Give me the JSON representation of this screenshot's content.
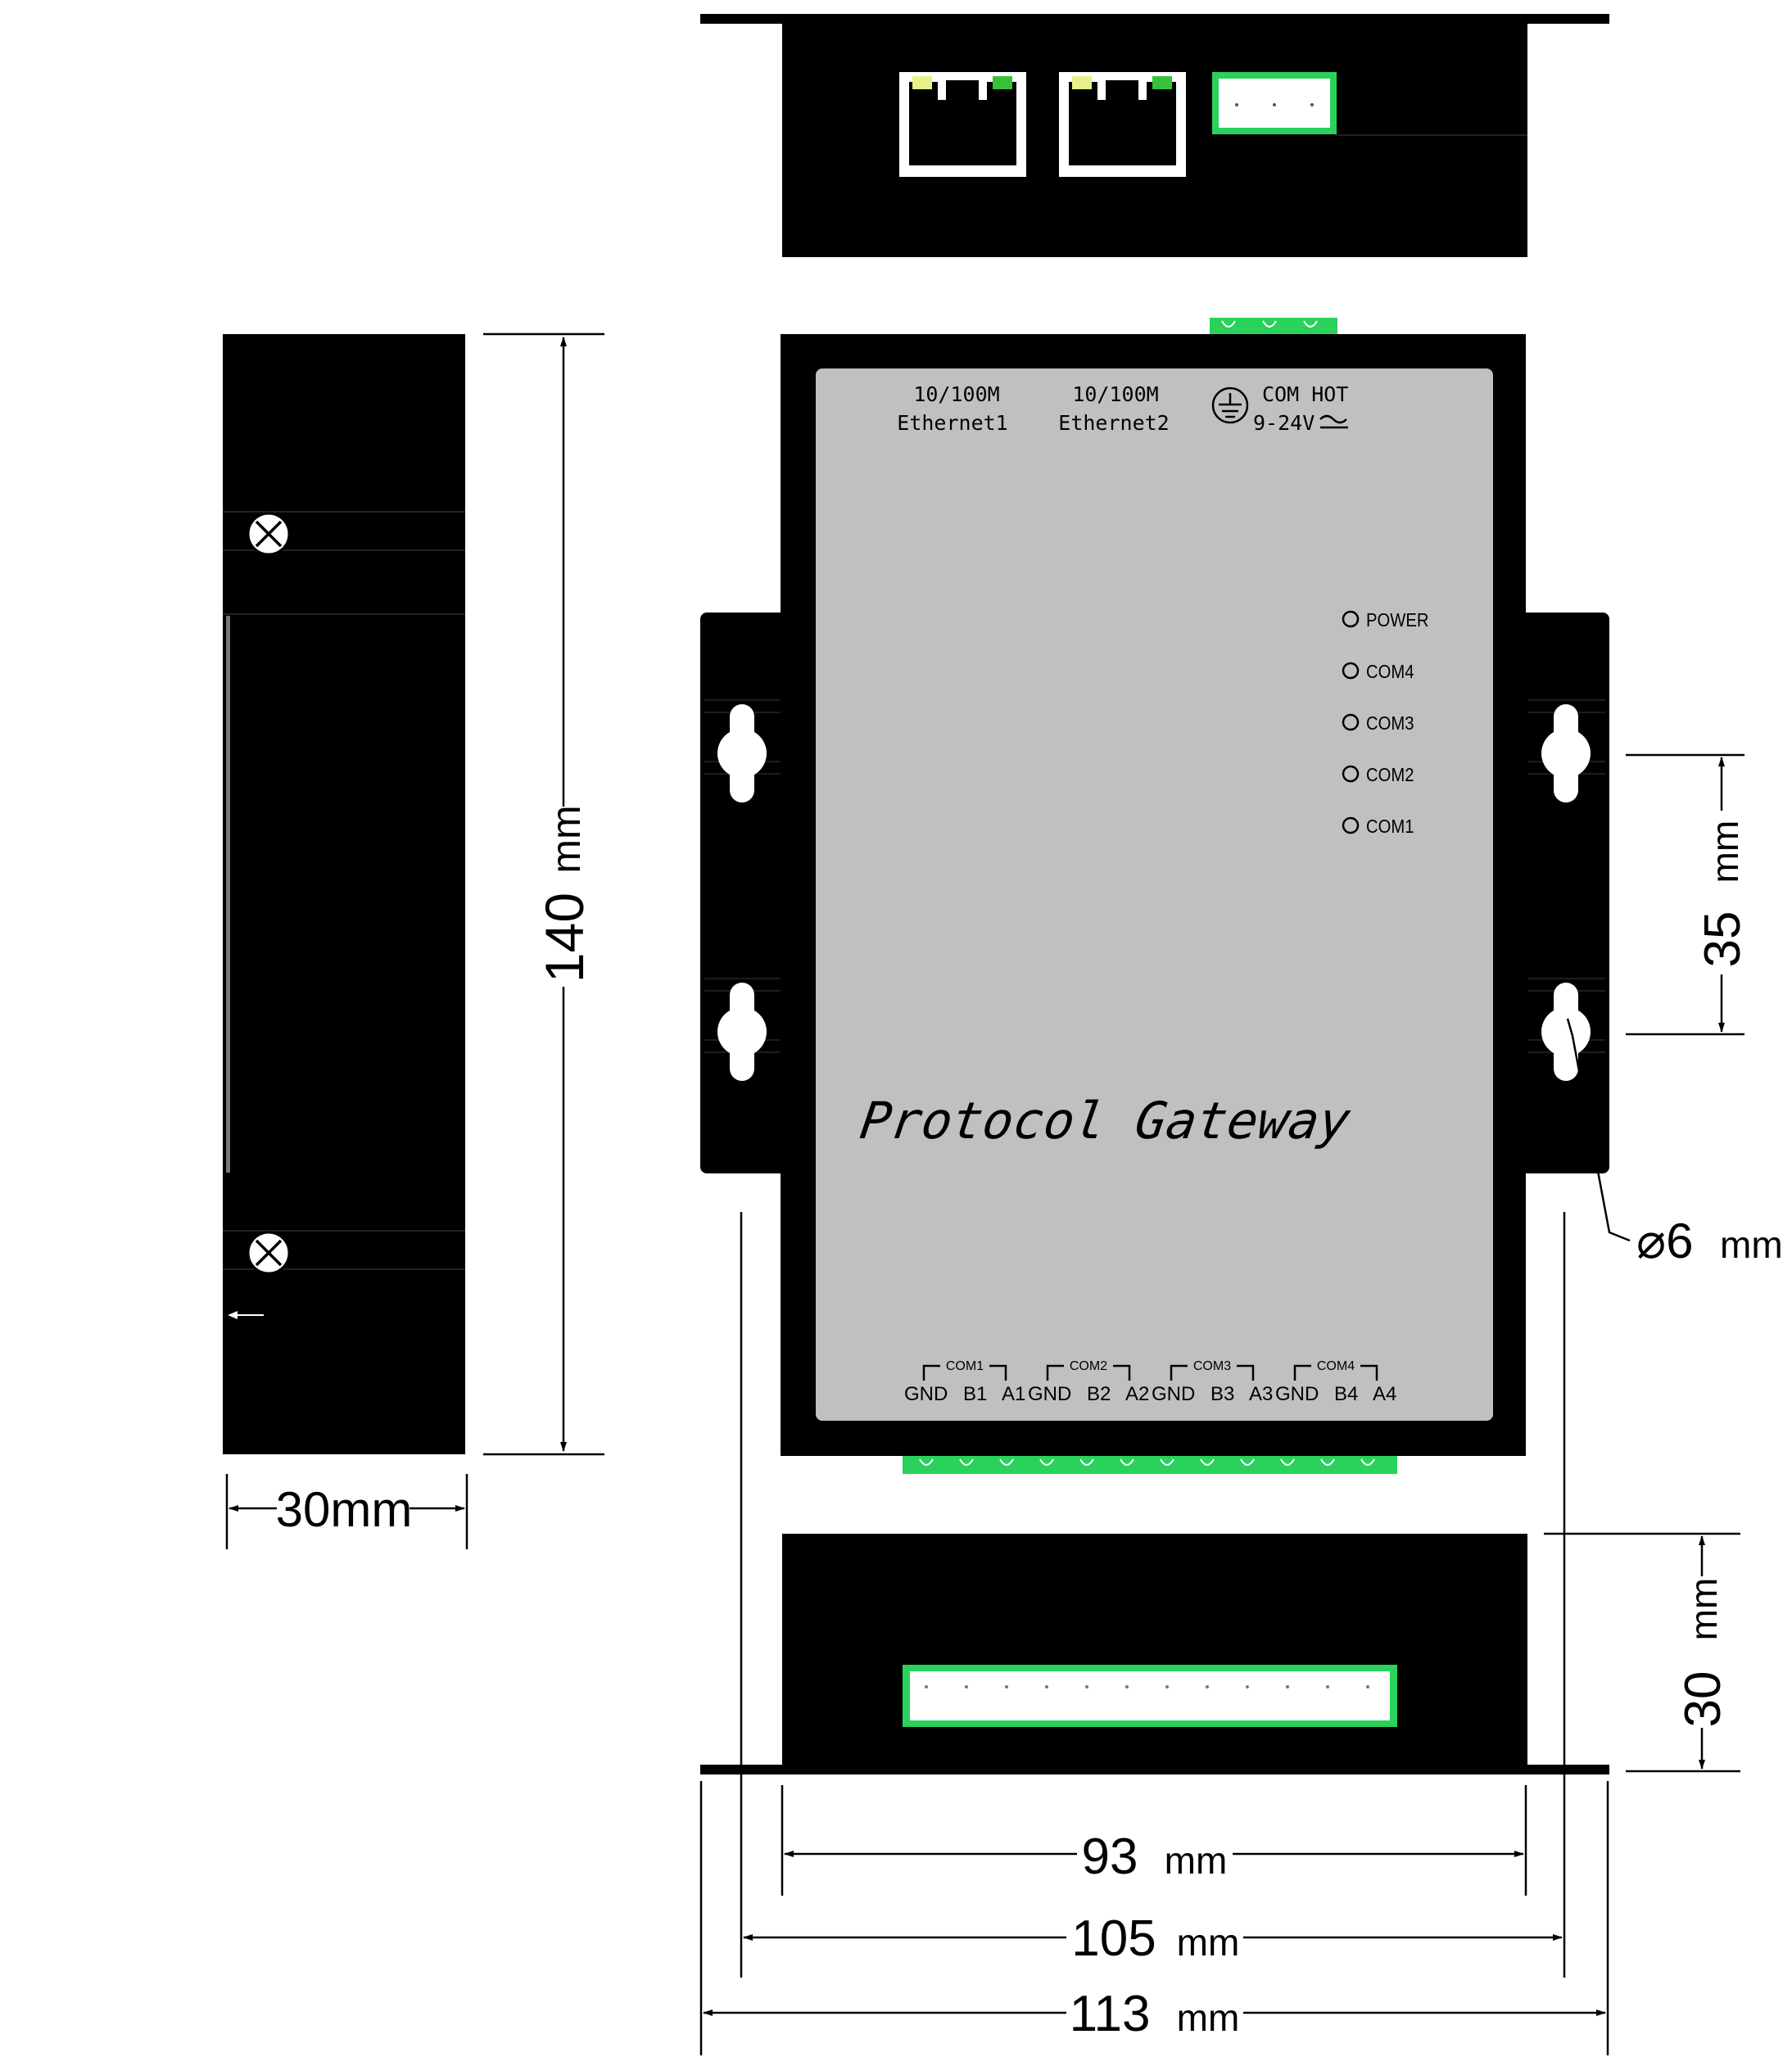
{
  "top_view": {
    "ports": [
      {
        "name": "ethernet1",
        "color_led_left": "#e8f08a",
        "color_led_right": "#39c03a"
      },
      {
        "name": "ethernet2",
        "color_led_left": "#e8f08a",
        "color_led_right": "#39c03a"
      }
    ],
    "power_connector_color": "#2ad15a"
  },
  "front_panel": {
    "eth1_line1": "10/100M",
    "eth1_line2": "Ethernet1",
    "eth2_line1": "10/100M",
    "eth2_line2": "Ethernet2",
    "power_line1": "COM HOT",
    "power_line2": "9-24V",
    "leds": [
      "POWER",
      "COM4",
      "COM3",
      "COM2",
      "COM1"
    ],
    "product_name": "Protocol Gateway",
    "com_groups": [
      {
        "title": "COM1",
        "pins": [
          "GND",
          "B1",
          "A1"
        ]
      },
      {
        "title": "COM2",
        "pins": [
          "GND",
          "B2",
          "A2"
        ]
      },
      {
        "title": "COM3",
        "pins": [
          "GND",
          "B3",
          "A3"
        ]
      },
      {
        "title": "COM4",
        "pins": [
          "GND",
          "B4",
          "A4"
        ]
      }
    ],
    "panel_color": "#c0c0c0",
    "body_color": "#000000",
    "terminal_color": "#2ad15a"
  },
  "dimensions": {
    "height": "140",
    "height_unit": "mm",
    "side_width": "30mm",
    "hole_spacing": "35",
    "hole_spacing_unit": "mm",
    "hole_diameter": "⌀6",
    "hole_diameter_unit": "mm",
    "depth_bottom": "30",
    "depth_bottom_unit": "mm",
    "width_inner": "93",
    "width_inner_unit": "mm",
    "width_mid": "105",
    "width_mid_unit": "mm",
    "width_outer": "113",
    "width_outer_unit": "mm"
  }
}
